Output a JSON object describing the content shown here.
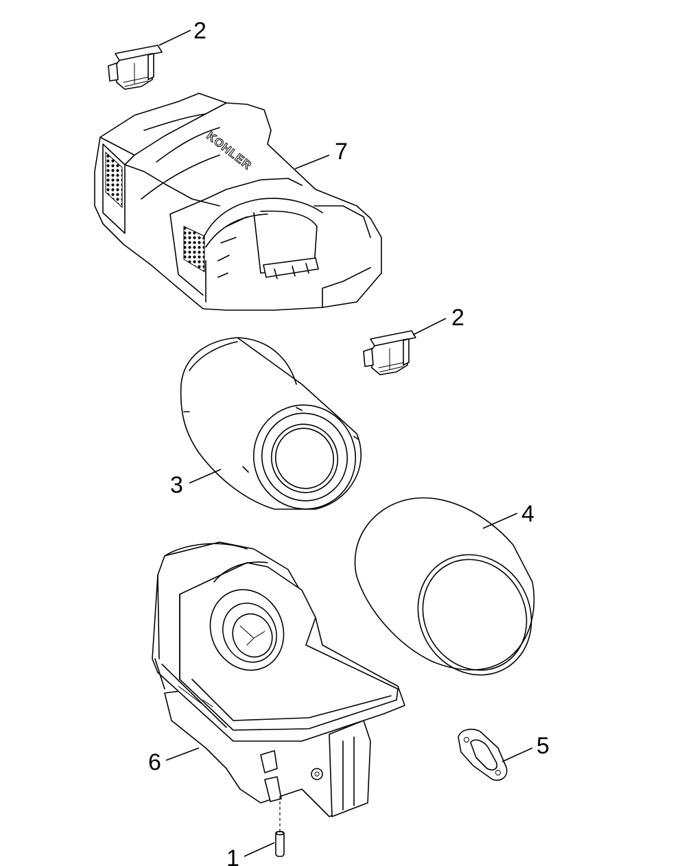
{
  "diagram": {
    "brand_text": "KOHLER",
    "callouts": {
      "retaining_clip_upper": "2",
      "cover": "7",
      "retaining_clip_lower": "2",
      "air_filter_element": "3",
      "precleaner": "4",
      "gasket": "5",
      "base": "6",
      "pin": "1"
    }
  }
}
